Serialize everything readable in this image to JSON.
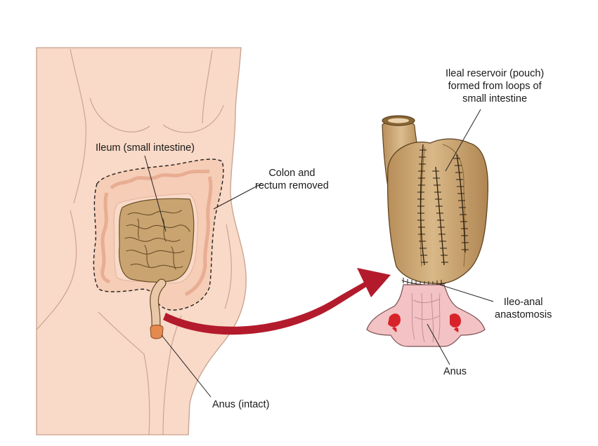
{
  "labels": {
    "ileum": "Ileum (small intestine)",
    "colon": [
      "Colon and",
      "rectum removed"
    ],
    "anus_intact": "Anus (intact)",
    "reservoir": [
      "Ileal reservoir (pouch)",
      "formed from loops of",
      "small intestine"
    ],
    "anastomosis": [
      "Ileo-anal",
      "anastomosis"
    ],
    "anus": "Anus"
  },
  "colors": {
    "skin": "#f9d9c7",
    "skin_outline": "#c8a08e",
    "colon_removed": "#f6cdb6",
    "small_intestine": "#c9a470",
    "pouch": "#c9a471",
    "anal_tissue": "#f2c2c4",
    "muscle_red": "#d8222a",
    "arrow_red": "#b31b2c",
    "anus_orange": "#e58a4e",
    "line": "#222222"
  }
}
